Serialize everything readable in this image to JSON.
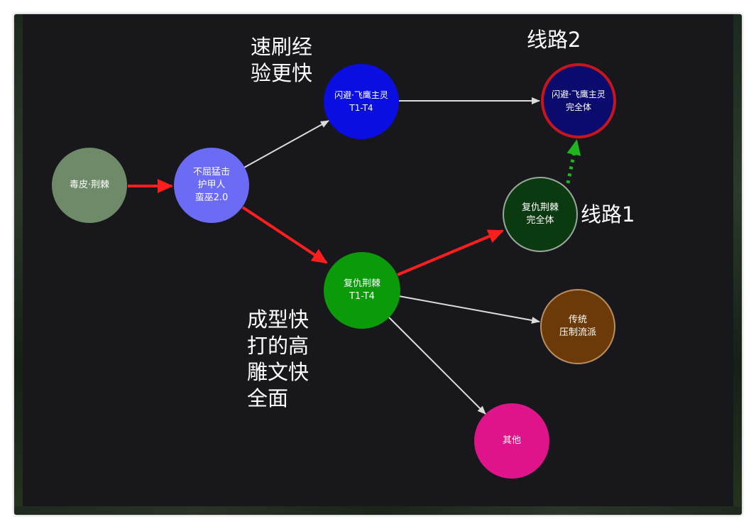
{
  "nodes": {
    "n1": {
      "label": "毒皮·荆棘",
      "color": "#6e8a68"
    },
    "n2": {
      "label": "不屈猛击\n护甲人\n蛮巫2.0",
      "color": "#6b6bf5"
    },
    "n3": {
      "label": "闪避·飞鹰主灵\nT1-T4",
      "color": "#0a0ee0"
    },
    "n4": {
      "label": "闪避·飞鹰主灵\n完全体",
      "color": "#0b0b6e",
      "ring": "#c4161c"
    },
    "n5": {
      "label": "复仇荆棘\n完全体",
      "color": "#0c3a10"
    },
    "n6": {
      "label": "复仇荆棘\nT1-T4",
      "color": "#0a9a0a"
    },
    "n7": {
      "label": "传统\n压制流派",
      "color": "#6b3a08"
    },
    "n8": {
      "label": "其他",
      "color": "#e0148a"
    }
  },
  "annotations": {
    "fast_xp": "速刷经\n验更快",
    "route2": "线路2",
    "route1": "线路1",
    "build_fast": "成型快\n打的高\n雕文快\n全面"
  },
  "colors": {
    "background": "#18171c",
    "main_arrow": "#ff1e1e",
    "thin_arrow": "#d8d8d8",
    "dotted_arrow": "#1fb51f"
  }
}
